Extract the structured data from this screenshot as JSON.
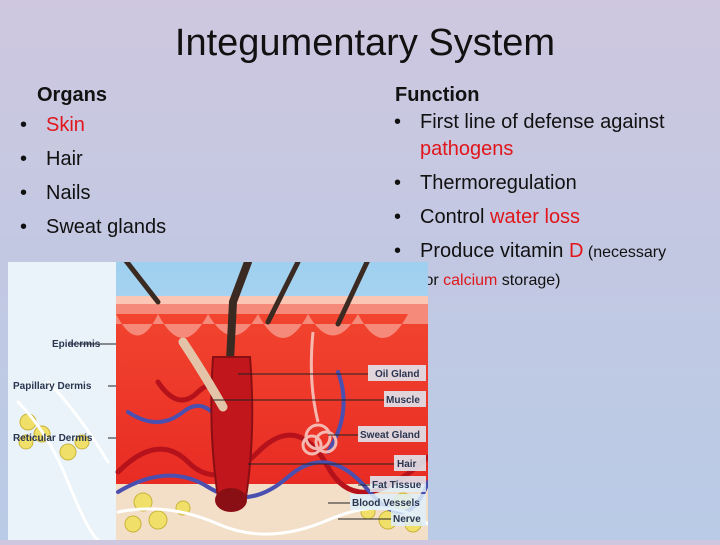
{
  "title": "Integumentary System",
  "organs": {
    "heading": "Organs",
    "items": [
      "Skin",
      "Hair",
      "Nails",
      "Sweat glands"
    ]
  },
  "functions": {
    "heading": "Function",
    "item1_a": "First line of defense against",
    "item1_b": "pathogens",
    "item2": "Thermoregulation",
    "item3_a": "Control ",
    "item3_b": "water loss",
    "item4_a": "Produce vitamin ",
    "item4_b": "D",
    "item4_c": " (necessary",
    "item4_d": "for ",
    "item4_e": "calcium",
    "item4_f": " storage)"
  },
  "diagram": {
    "left_labels": [
      "Epidermis",
      "Papillary Dermis",
      "Reticular Dermis"
    ],
    "right_labels": [
      "Oil Gland",
      "Muscle",
      "Sweat Gland",
      "Hair",
      "Fat Tissue",
      "Blood Vessels",
      "Nerve"
    ]
  },
  "colors": {
    "accent_red": "#e0161a",
    "skin_red": "#e8262a",
    "epidermis": "#f58a7a",
    "vein_blue": "#4a4fb0",
    "fat_yellow": "#f0e06a"
  }
}
